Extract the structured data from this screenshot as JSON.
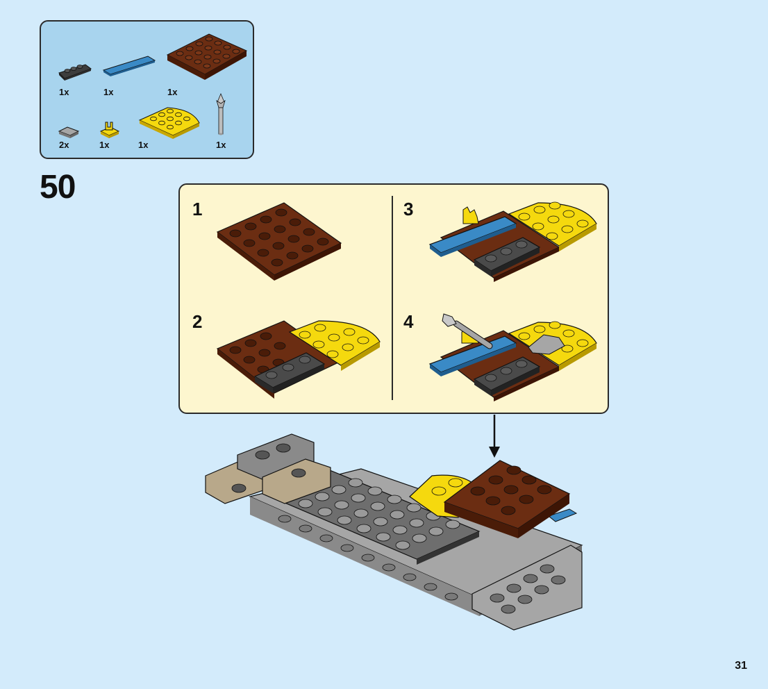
{
  "step": {
    "number": "50"
  },
  "page": {
    "number": "31"
  },
  "parts": [
    {
      "name": "dark-gray-plate-1x4",
      "qty": "1x"
    },
    {
      "name": "blue-tile-1x6",
      "qty": "1x"
    },
    {
      "name": "brown-plate-4x4",
      "qty": "1x"
    },
    {
      "name": "gray-slope-small",
      "qty": "2x"
    },
    {
      "name": "yellow-clip",
      "qty": "1x"
    },
    {
      "name": "yellow-round-plate-corner",
      "qty": "1x"
    },
    {
      "name": "gray-weapon-pole",
      "qty": "1x"
    }
  ],
  "substeps": [
    {
      "number": "1"
    },
    {
      "number": "2"
    },
    {
      "number": "3"
    },
    {
      "number": "4"
    }
  ],
  "colors": {
    "background": "#d3ebfb",
    "parts_box": "#a8d4ee",
    "callout": "#fdf6cf",
    "brown": "#6b2d12",
    "yellow": "#f5d90e",
    "blue": "#3a8ac6",
    "dark_gray": "#4a4a4a",
    "light_gray": "#a6a6a6",
    "tan": "#b8a88a"
  }
}
